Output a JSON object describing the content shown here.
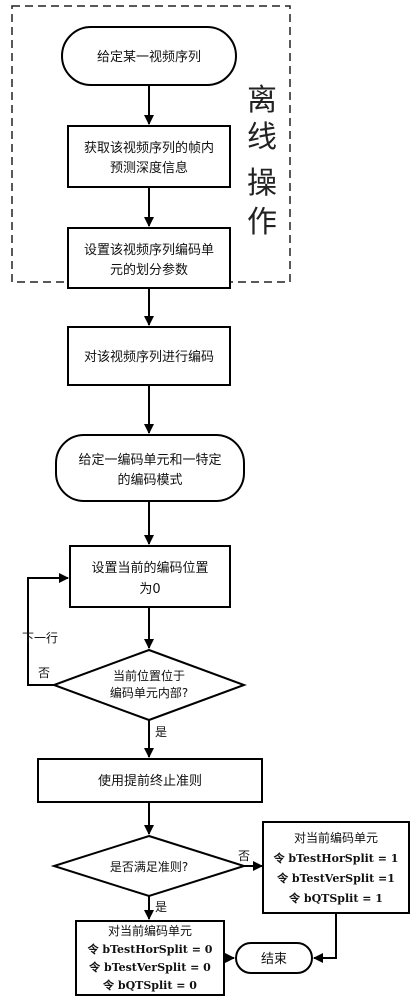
{
  "diagram": {
    "offline_label": [
      "离",
      "线",
      "操",
      "作"
    ],
    "nodes": {
      "start": "给定某一视频序列",
      "get_depth": [
        "获取该视频序列的帧内",
        "预测深度信息"
      ],
      "set_params": [
        "设置该视频序列编码单",
        "元的划分参数"
      ],
      "encode": "对该视频序列进行编码",
      "given_cu": [
        "给定一编码单元和一特定",
        "的编码模式"
      ],
      "set_pos": [
        "设置当前的编码位置",
        "为0"
      ],
      "inside": [
        "当前位置位于",
        "编码单元内部?"
      ],
      "early_term": "使用提前终止准则",
      "satisfy": "是否满足准则?",
      "set_yes": [
        "对当前编码单元",
        "令 bTestHorSplit = 0",
        "令 bTestVerSplit = 0",
        "令 bQTSplit = 0"
      ],
      "set_no": [
        "对当前编码单元",
        "令 bTestHorSplit = 1",
        "令 bTestVerSplit =1",
        "令 bQTSplit = 1"
      ],
      "end": "结束"
    },
    "edge_labels": {
      "next_row": "下一行",
      "no_inside": "否",
      "yes_inside": "是",
      "no_satisfy": "否",
      "yes_satisfy": "是"
    }
  }
}
